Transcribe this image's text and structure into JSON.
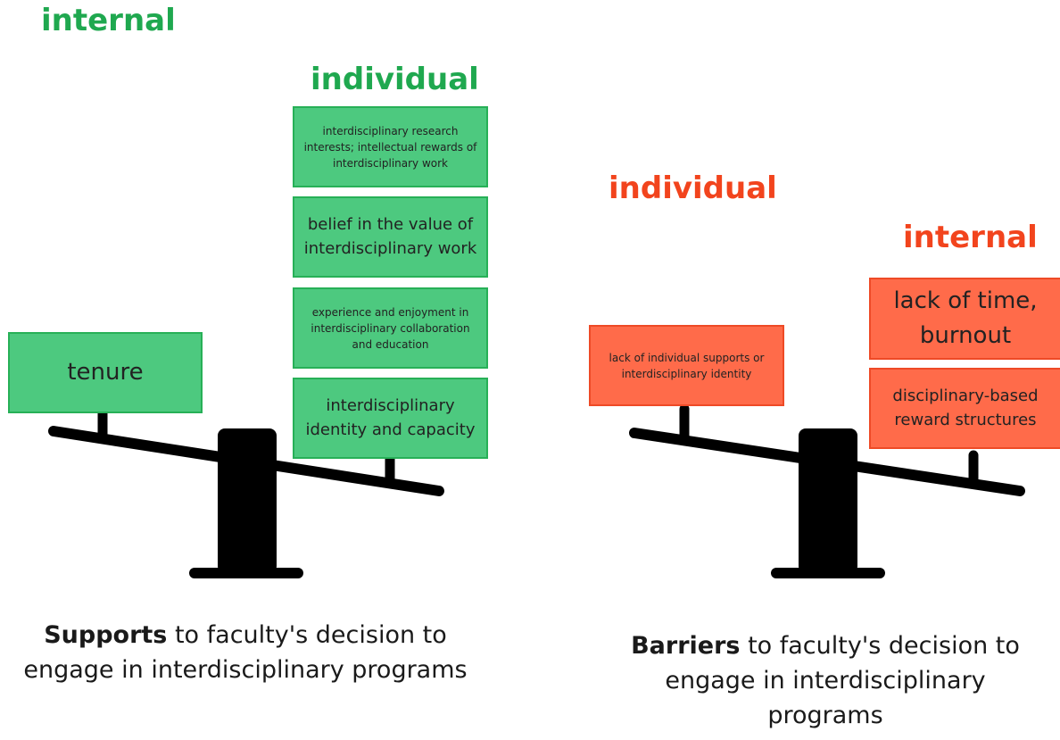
{
  "supports": {
    "internal_label": "internal",
    "individual_label": "individual",
    "tenure": "tenure",
    "items": [
      "interdisciplinary research interests; intellectual rewards of interdisciplinary work",
      "belief in the value of interdisciplinary work",
      "experience and enjoyment in interdisciplinary collaboration and education",
      "interdisciplinary identity and capacity"
    ],
    "caption_bold": "Supports",
    "caption_rest": " to faculty's decision to engage in interdisciplinary programs"
  },
  "barriers": {
    "individual_label": "individual",
    "internal_label": "internal",
    "individual_item": "lack of individual supports or interdisciplinary identity",
    "internal_items": [
      "lack of time, burnout",
      "disciplinary-based reward structures"
    ],
    "caption_bold": "Barriers",
    "caption_rest": " to faculty's decision to engage in interdisciplinary programs"
  },
  "colors": {
    "green_text": "#1fa84f",
    "green_fill": "#4dc97f",
    "red_text": "#f2441d",
    "red_fill": "#ff6b4a",
    "scale": "#000000"
  }
}
